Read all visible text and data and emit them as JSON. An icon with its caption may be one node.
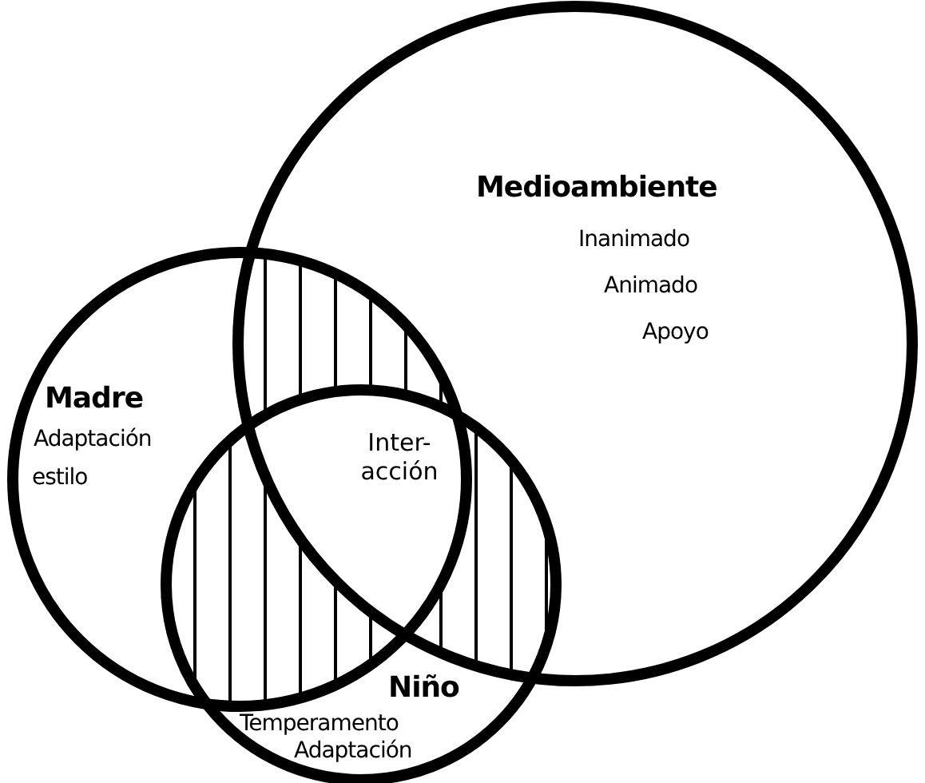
{
  "diagram": {
    "nodes": [
      {
        "text": [
          "Medioambiente",
          "Inanimado",
          "Animado",
          "Apoyo"
        ]
      },
      {
        "text": [
          "Madre",
          "Adaptación",
          "estilo"
        ]
      },
      {
        "text": [
          "Niño",
          "Temperamento",
          "Adaptación"
        ]
      }
    ],
    "labels": [
      "Inter- acción"
    ]
  }
}
